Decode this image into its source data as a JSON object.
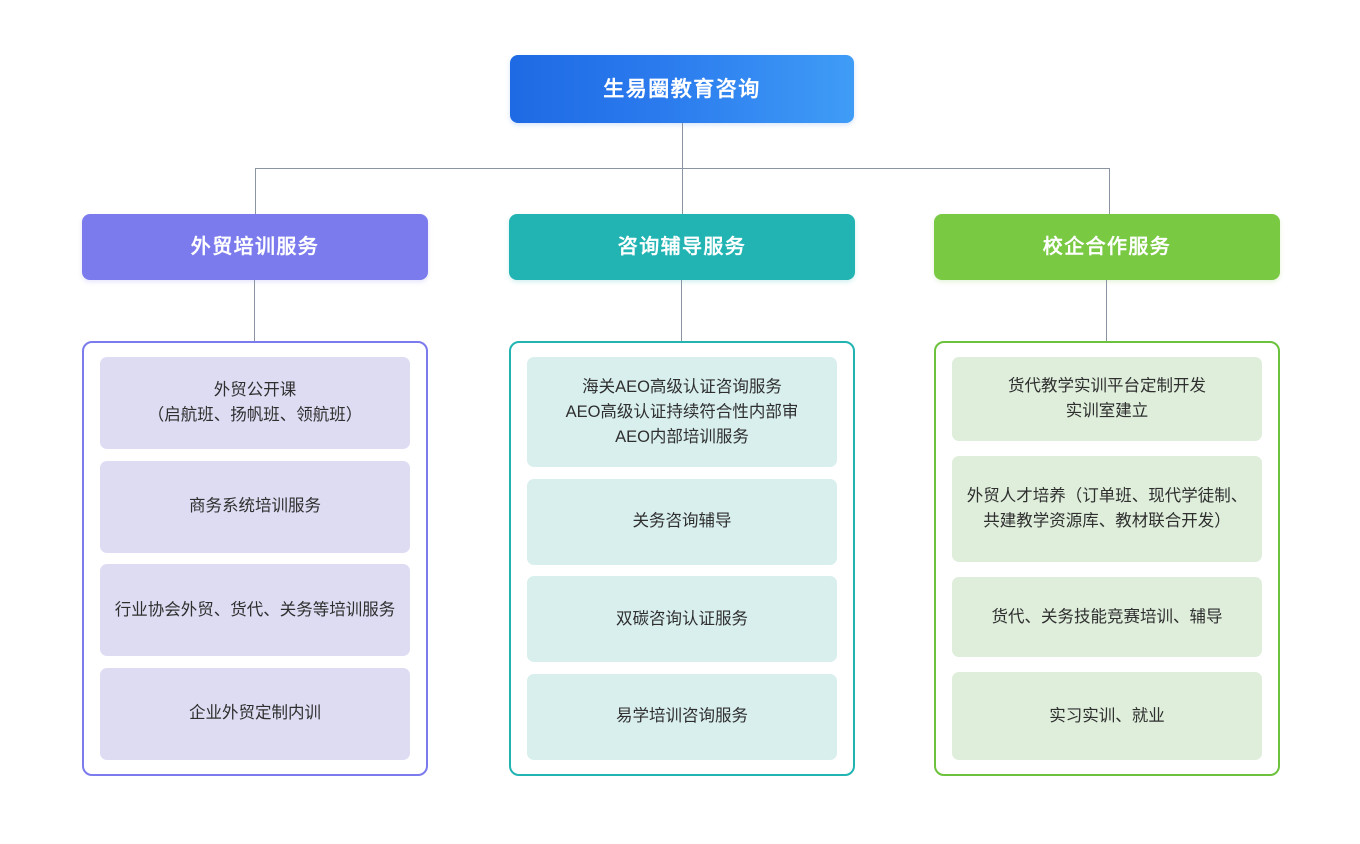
{
  "root": {
    "label": "生易圈教育咨询",
    "gradient_from": "#1e6ae4",
    "gradient_to": "#3f9cf6"
  },
  "connector_color": "#8b94a3",
  "columns": [
    {
      "header": "外贸培训服务",
      "header_color": "#7b7bee",
      "border_color": "#7b7bee",
      "item_color": "#dedcf3",
      "items": [
        "外贸公开课\n（启航班、扬帆班、领航班）",
        "商务系统培训服务",
        "行业协会外贸、货代、关务等培训服务",
        "企业外贸定制内训"
      ]
    },
    {
      "header": "咨询辅导服务",
      "header_color": "#22b3b3",
      "border_color": "#22b3b3",
      "item_color": "#d8efee",
      "items": [
        "海关AEO高级认证咨询服务\nAEO高级认证持续符合性内部审\nAEO内部培训服务",
        "关务咨询辅导",
        "双碳咨询认证服务",
        "易学培训咨询服务"
      ]
    },
    {
      "header": "校企合作服务",
      "header_color": "#7ac943",
      "border_color": "#6cc23c",
      "item_color": "#deeedb",
      "items": [
        "货代教学实训平台定制开发\n实训室建立",
        "外贸人才培养（订单班、现代学徒制、共建教学资源库、教材联合开发）",
        "货代、关务技能竞赛培训、辅导",
        "实习实训、就业"
      ]
    }
  ]
}
